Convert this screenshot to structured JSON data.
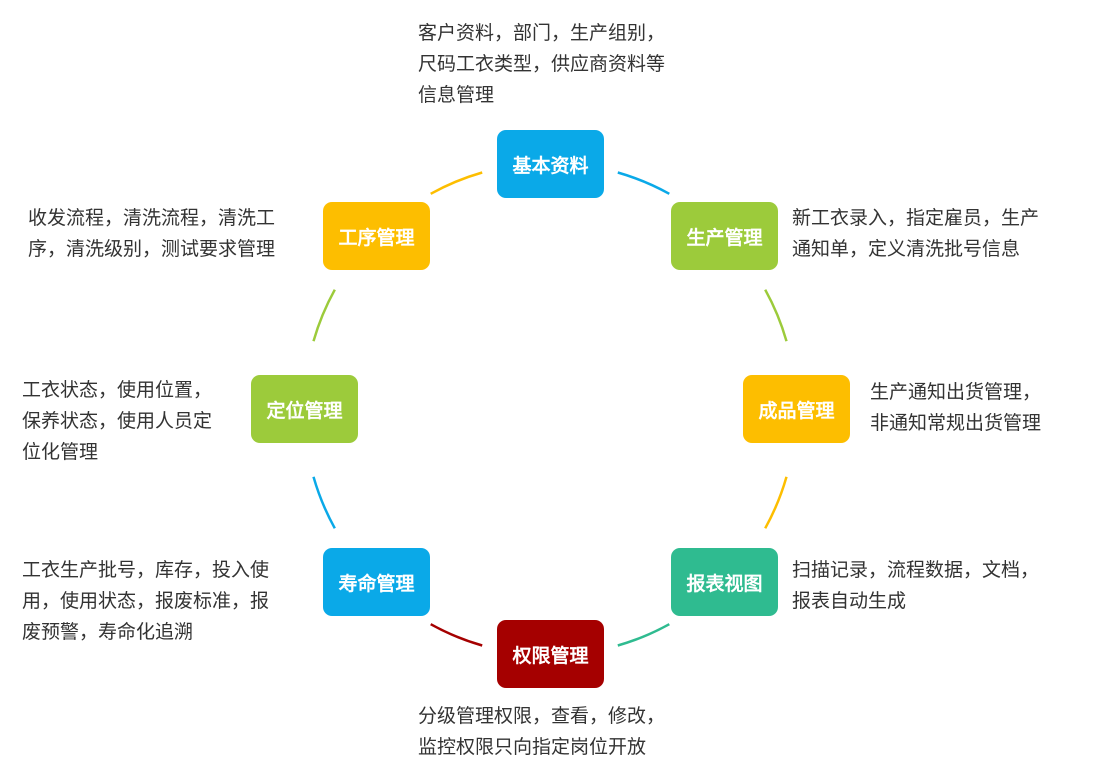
{
  "diagram": {
    "nodes": [
      {
        "id": "basic",
        "label": "基本资料",
        "color": "#0aa9e8",
        "desc": [
          "客户资料，部门，生产组别，",
          "尺码工衣类型，供应商资料等",
          "信息管理"
        ]
      },
      {
        "id": "production",
        "label": "生产管理",
        "color": "#9ccb3b",
        "desc": [
          "新工衣录入，指定雇员，生产",
          "通知单，定义清洗批号信息"
        ]
      },
      {
        "id": "finished",
        "label": "成品管理",
        "color": "#fdbe00",
        "desc": [
          "生产通知出货管理，",
          "非通知常规出货管理"
        ]
      },
      {
        "id": "report",
        "label": "报表视图",
        "color": "#2fbb90",
        "desc": [
          "扫描记录，流程数据，文档，",
          "报表自动生成"
        ]
      },
      {
        "id": "permission",
        "label": "权限管理",
        "color": "#a50000",
        "desc": [
          "分级管理权限，查看，修改，",
          "监控权限只向指定岗位开放"
        ]
      },
      {
        "id": "lifespan",
        "label": "寿命管理",
        "color": "#0aa9e8",
        "desc": [
          "工衣生产批号，库存，投入使",
          "用，使用状态，报废标准，报",
          "废预警，寿命化追溯"
        ]
      },
      {
        "id": "location",
        "label": "定位管理",
        "color": "#9ccb3b",
        "desc": [
          "工衣状态，使用位置，",
          "保养状态，使用人员定",
          "位化管理"
        ]
      },
      {
        "id": "process",
        "label": "工序管理",
        "color": "#fdbe00",
        "desc": [
          "收发流程，清洗流程，清洗工",
          "序，清洗级别，测试要求管理"
        ]
      }
    ]
  }
}
